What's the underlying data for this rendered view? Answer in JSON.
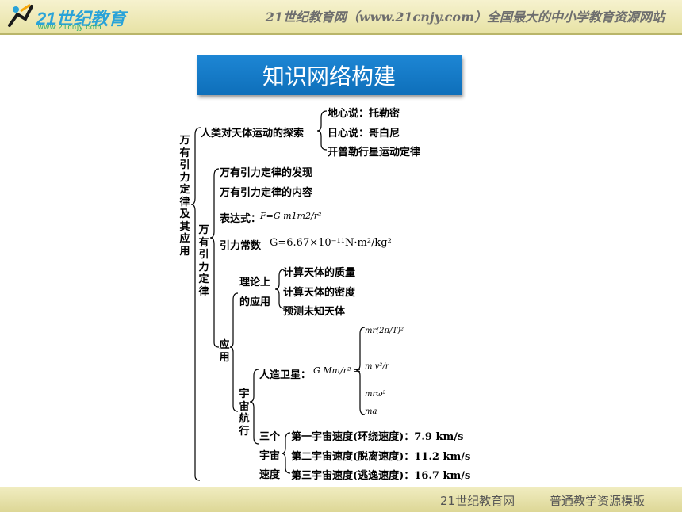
{
  "header": {
    "logo_text": "21世纪教育",
    "logo_sub": "www.21cnjy.com",
    "site_title": "21世纪教育网（www.21cnjy.com）全国最大的中小学教育资源网站"
  },
  "title": "知识网络构建",
  "root": "万有引力定律及其应用",
  "explore": {
    "label": "人类对天体运动的探索",
    "items": [
      "地心说：托勒密",
      "日心说：哥白尼",
      "开普勒行星运动定律"
    ]
  },
  "law": {
    "label": "万有引力定律",
    "discovery": "万有引力定律的发现",
    "content": "万有引力定律的内容",
    "expression_label": "表达式：",
    "expression": "F=G m1m2/r²",
    "constant_label": "引力常数",
    "constant": "G=6.67×10⁻¹¹N·m²/kg²"
  },
  "application": {
    "label": "应用",
    "theory_label": "理论上的应用",
    "theory_items": [
      "计算天体的质量",
      "计算天体的密度",
      "预测未知天体"
    ],
    "space_label": "宇宙航行",
    "satellite_label": "人造卫星：",
    "satellite_formula": "G Mm/r² =",
    "satellite_cases": [
      "mr(2π/T)²",
      "m v²/r",
      "mrω²",
      "ma"
    ],
    "speeds_label": "三个宇宙速度",
    "speeds": [
      "第一宇宙速度(环绕速度)：7.9 km/s",
      "第二宇宙速度(脱离速度)：11.2 km/s",
      "第三宇宙速度(逃逸速度)：16.7 km/s"
    ]
  },
  "footer": {
    "site": "21世纪教育网",
    "template": "普通教学资源模版"
  }
}
